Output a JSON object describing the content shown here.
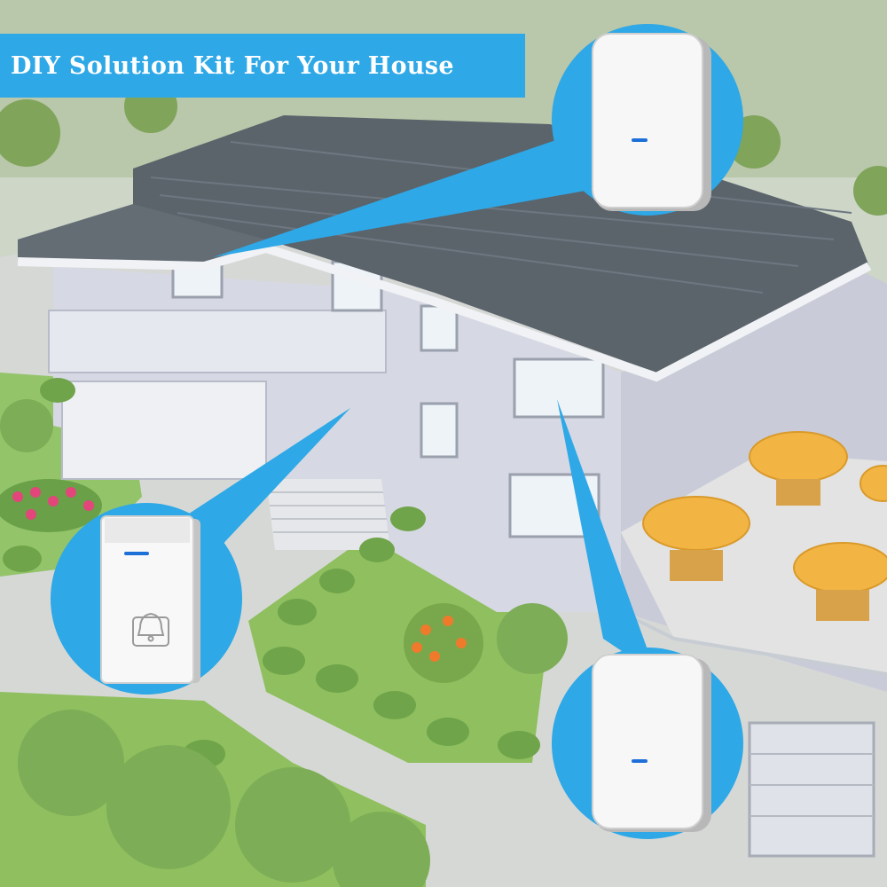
{
  "banner": {
    "title": "DIY Solution Kit For Your House"
  },
  "colors": {
    "banner": "#2ea8e6",
    "callout": "#2ea8e6",
    "lawn": "#8fbf5e",
    "paving": "#d9d9d9",
    "roof": "#5b636b",
    "wall": "#d6d8e3",
    "umbrella": "#f2b443"
  },
  "scene": {
    "subject": "two-storey house with wireless doorbell kit",
    "callouts": [
      {
        "device": "receiver",
        "name": "callout-receiver-top"
      },
      {
        "device": "transmitter-push-button",
        "name": "callout-button-left"
      },
      {
        "device": "receiver",
        "name": "callout-receiver-bottom"
      }
    ],
    "icons": [
      "bell-icon",
      "led-indicator-icon"
    ]
  }
}
